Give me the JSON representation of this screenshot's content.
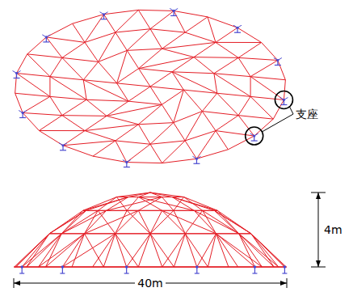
{
  "diagram": {
    "labels": [
      "支座",
      "4m",
      "40m"
    ]
  }
}
